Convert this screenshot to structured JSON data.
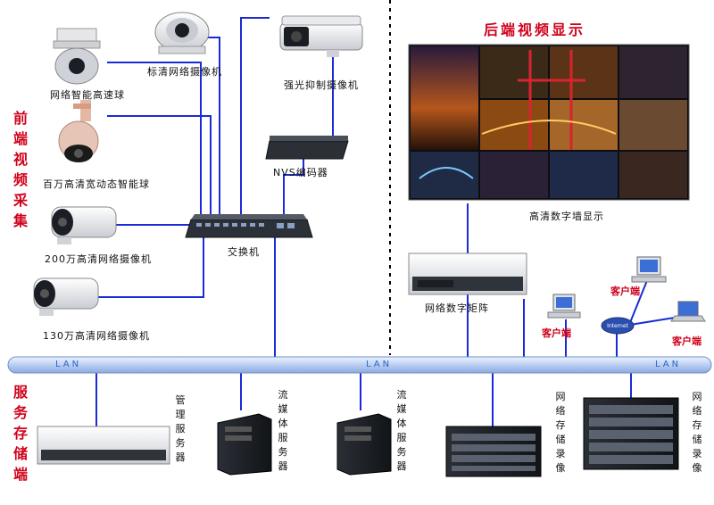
{
  "sections": {
    "front": "前端视频采集",
    "backend": "后端视频显示",
    "storage": "服务存储端"
  },
  "devices": {
    "speed_dome": "网络智能高速球",
    "sd_camera": "标清网络摄像机",
    "strong_light_camera": "强光抑制摄像机",
    "wdr_dome": "百万高清宽动态智能球",
    "nvs_encoder": "NVS编码器",
    "camera_2m": "200万高清网络摄像机",
    "switch": "交换机",
    "camera_1_3m": "130万高清网络摄像机",
    "video_wall": "高清数字墙显示",
    "matrix": "网络数字矩阵",
    "management_server": "管理服务器",
    "streaming_server_1": "流媒体服务器",
    "streaming_server_2": "流媒体服务器",
    "nvr_1": "网络存储录像",
    "nvr_2": "网络存储录像"
  },
  "clients": [
    "客户端",
    "客户端",
    "客户端"
  ],
  "internet": "Internet",
  "lan_labels": [
    "LAN",
    "LAN",
    "LAN"
  ],
  "colors": {
    "accent_red": "#d0021b",
    "link_blue": "#1a2bd6",
    "lan_bus": "#c9d9f5"
  }
}
